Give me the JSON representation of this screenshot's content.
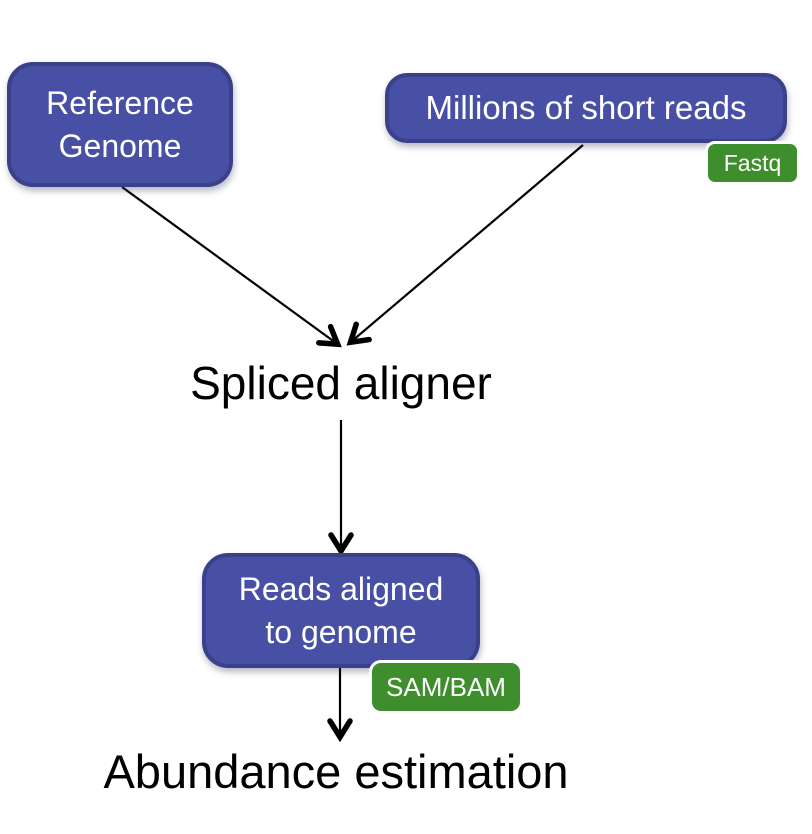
{
  "colors": {
    "canvas": "#ffffff",
    "node-fill": "#4850A5",
    "node-border": "#3A4189",
    "node-text": "#ffffff",
    "badge-green": "#3E8E2D",
    "ink": "#000000"
  },
  "nodes": {
    "reference_genome": {
      "label": "Reference\nGenome"
    },
    "short_reads": {
      "label": "Millions of short reads",
      "format_badge": "Fastq"
    },
    "spliced_aligner": {
      "label": "Spliced aligner"
    },
    "reads_aligned": {
      "label": "Reads aligned\nto genome",
      "format_badge": "SAM/BAM"
    },
    "abundance_estimation": {
      "label": "Abundance estimation"
    }
  },
  "edges": [
    {
      "from": "reference_genome",
      "to": "spliced_aligner"
    },
    {
      "from": "short_reads",
      "to": "spliced_aligner"
    },
    {
      "from": "spliced_aligner",
      "to": "reads_aligned"
    },
    {
      "from": "reads_aligned",
      "to": "abundance_estimation"
    }
  ]
}
